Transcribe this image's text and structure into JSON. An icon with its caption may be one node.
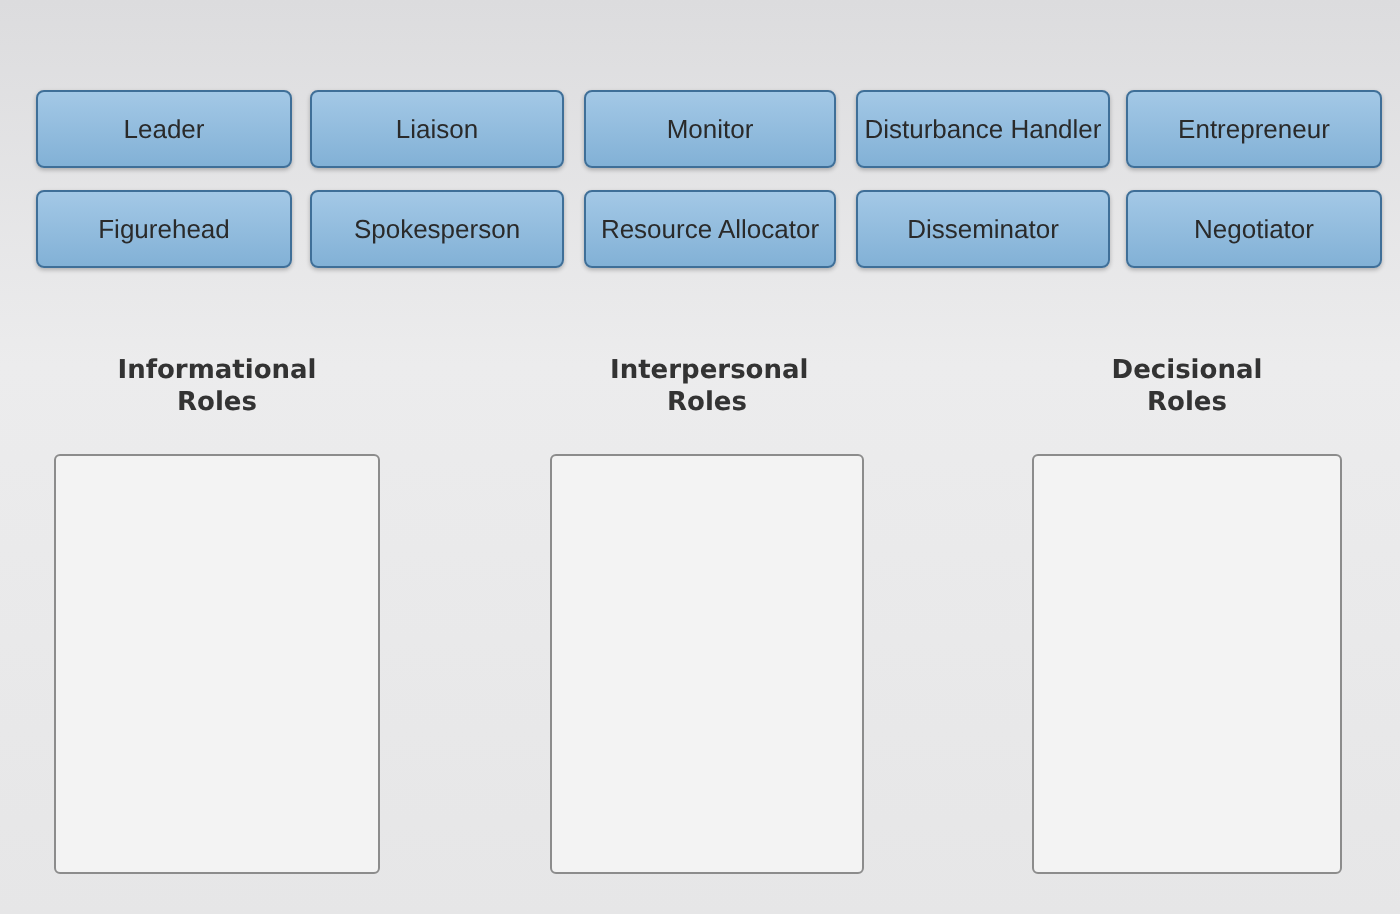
{
  "diagram": {
    "nodes": [
      {
        "text": [
          "Leader"
        ]
      },
      {
        "text": [
          "Liaison"
        ]
      },
      {
        "text": [
          "Monitor"
        ]
      },
      {
        "text": [
          "Disturbance Handler"
        ]
      },
      {
        "text": [
          "Entrepreneur"
        ]
      },
      {
        "text": [
          "Figurehead"
        ]
      },
      {
        "text": [
          "Spokesperson"
        ]
      },
      {
        "text": [
          "Resource Allocator"
        ]
      },
      {
        "text": [
          "Disseminator"
        ]
      },
      {
        "text": [
          "Negotiator"
        ]
      },
      {
        "text": [
          "Informational Roles"
        ]
      },
      {
        "text": [
          "Interpersonal Roles"
        ]
      },
      {
        "text": [
          "Decisional Roles"
        ]
      }
    ]
  }
}
